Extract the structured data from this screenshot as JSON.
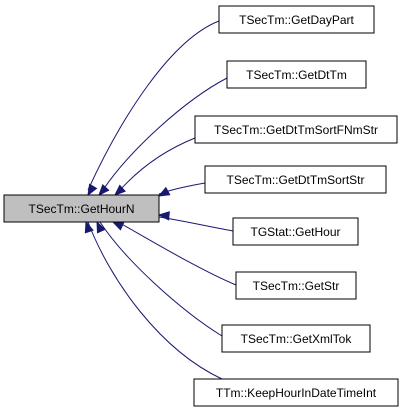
{
  "diagram": {
    "root": {
      "id": "root",
      "label": "TSecTm::GetHourN"
    },
    "callers": [
      {
        "id": "c1",
        "label": "TSecTm::GetDayPart"
      },
      {
        "id": "c2",
        "label": "TSecTm::GetDtTm"
      },
      {
        "id": "c3",
        "label": "TSecTm::GetDtTmSortFNmStr"
      },
      {
        "id": "c4",
        "label": "TSecTm::GetDtTmSortStr"
      },
      {
        "id": "c5",
        "label": "TGStat::GetHour"
      },
      {
        "id": "c6",
        "label": "TSecTm::GetStr"
      },
      {
        "id": "c7",
        "label": "TSecTm::GetXmlTok"
      },
      {
        "id": "c8",
        "label": "TTm::KeepHourInDateTimeInt"
      }
    ],
    "edge_color": "#191970",
    "root_fill": "#bfbfbf"
  }
}
